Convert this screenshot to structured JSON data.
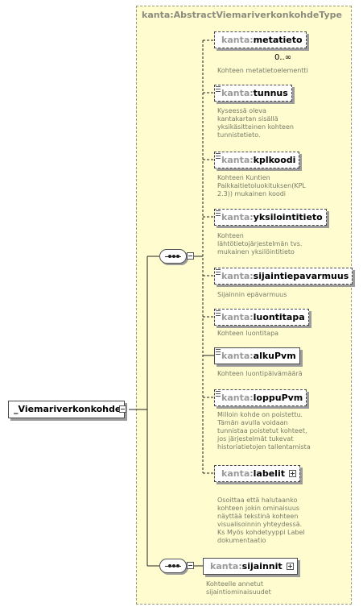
{
  "type_panel": {
    "title": "kanta:AbstractViemariverkonkohdeType"
  },
  "root": {
    "label": "_Viemariverkonkohde"
  },
  "elements": [
    {
      "ns": "kanta:",
      "name": "metatieto",
      "occurs": "0..∞",
      "desc": [
        "Kohteen metatietoelementti"
      ]
    },
    {
      "ns": "kanta:",
      "name": "tunnus",
      "desc": [
        "Kyseessä oleva",
        "kantakartan sisällä",
        "yksikäsitteinen kohteen",
        "tunnistetieto."
      ]
    },
    {
      "ns": "kanta:",
      "name": "kplkoodi",
      "desc": [
        "Kohteen Kuntien",
        "Paikkaitietoluokituksen(KPL",
        "2.3)) mukainen koodi"
      ]
    },
    {
      "ns": "kanta:",
      "name": "yksilointitieto",
      "desc": [
        "Kohteen",
        "lähtötietojärjestelmän  tvs.",
        "mukainen yksilöintitieto"
      ]
    },
    {
      "ns": "kanta:",
      "name": "sijaintiepavarmuus",
      "desc": [
        "Sijainnin epävarmuus"
      ]
    },
    {
      "ns": "kanta:",
      "name": "luontitapa",
      "desc": [
        "Kohteen luontitapa"
      ]
    },
    {
      "ns": "kanta:",
      "name": "alkuPvm",
      "desc": [
        "Kohteen luontipäivämäärä"
      ]
    },
    {
      "ns": "kanta:",
      "name": "loppuPvm",
      "desc": [
        "Milloin kohde on poistettu.",
        "Tämän avulla voidaan",
        "tunnistaa poistetut kohteet,",
        "jos järjestelmät tukevat",
        "historiatietojen tallentamista"
      ]
    },
    {
      "ns": "kanta:",
      "name": "labelit",
      "desc": [
        "Osoittaa että halutaanko",
        "kohteen jokin ominaisuus",
        "näyttää tekstinä kohteen",
        "visualisoinnin yhteydessä.",
        " Ks Myös kohdetyyppi Label",
        "dokumentaatio"
      ]
    },
    {
      "ns": "kanta:",
      "name": "sijainnit",
      "desc": [
        "Kohteelle annetut",
        "sijaintiominaisuudet"
      ]
    }
  ]
}
